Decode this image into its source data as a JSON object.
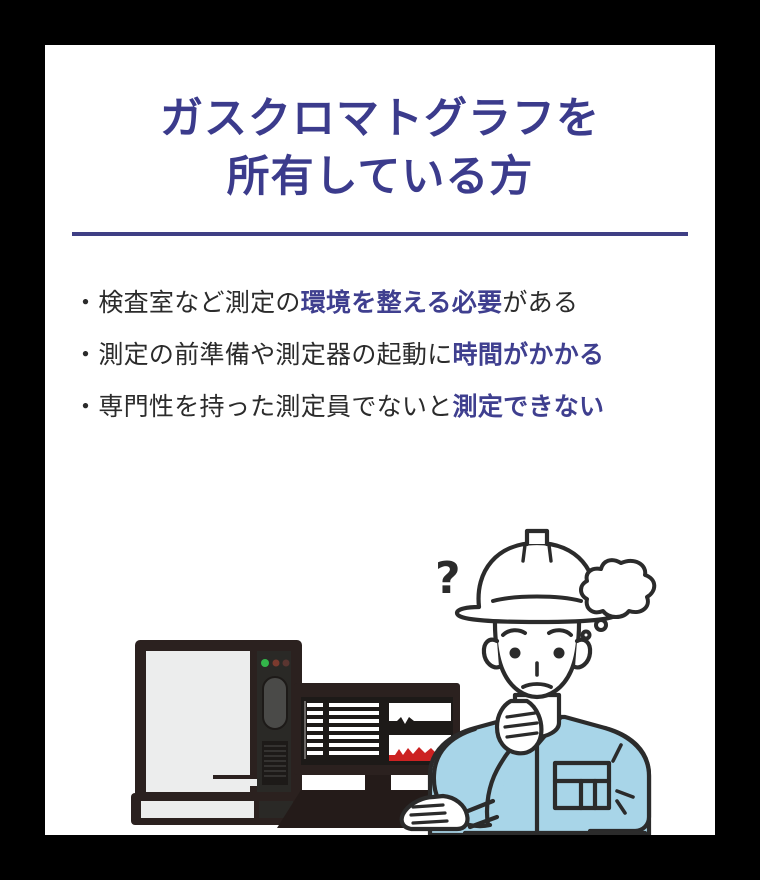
{
  "card": {
    "background": "#ffffff",
    "page_background": "#000000"
  },
  "title": {
    "line1": "ガスクロマトグラフを",
    "line2": "所有している方",
    "color": "#3b3b8c"
  },
  "divider": {
    "color": "#3f3f85"
  },
  "bullets": [
    {
      "mark": "・",
      "pre": "検査室など測定の",
      "highlight": "環境を整える必要",
      "post": "がある"
    },
    {
      "mark": "・",
      "pre": "測定の前準備や測定器の起動に",
      "highlight": "時間がかかる",
      "post": ""
    },
    {
      "mark": "・",
      "pre": "専門性を持った測定員でないと",
      "highlight": "測定できない",
      "post": ""
    }
  ],
  "highlight_color": "#3f3f8f",
  "body_text_color": "#2b2b2b",
  "illustration": {
    "alt": "ヘルメットをかぶった作業員がガスクロマトグラフとパソコンの前で考え込んでいるイラスト",
    "worker": {
      "uniform_color": "#a8d5e8",
      "skin_color": "#ffffff",
      "helmet_color": "#ffffff",
      "outline_color": "#2b2b2b",
      "thought_mark": "?",
      "thought_bubble": "cloud"
    },
    "instrument": {
      "name": "gas-chromatograph",
      "body_color": "#2b211f",
      "door_color": "#eceded",
      "panel_color": "#2a2926",
      "led_color": "#33b54a",
      "led2_color": "#7b3a2e"
    },
    "monitor": {
      "bezel_color": "#2b211f",
      "screen_color": "#ffffff",
      "chart_wave_color": "#cc2222",
      "desk_color": "#241b19"
    }
  }
}
